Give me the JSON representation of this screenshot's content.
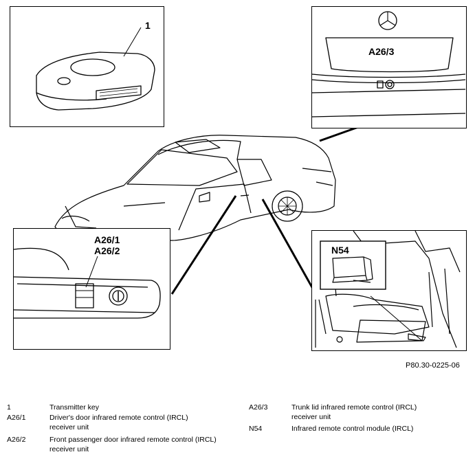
{
  "callouts": {
    "key": "1",
    "trunk": "A26/3",
    "door_line1": "A26/1",
    "door_line2": "A26/2",
    "module": "N54"
  },
  "figure_ref": "P80.30-0225-06",
  "legend": [
    {
      "code": "1",
      "desc": "Transmitter key"
    },
    {
      "code": "A26/1",
      "desc": "Driver's door infrared remote control (IRCL) receiver unit"
    },
    {
      "code": "A26/2",
      "desc": "Front passenger door infrared remote control (IRCL) receiver unit"
    },
    {
      "code": "A26/3",
      "desc": "Trunk lid infrared remote control (IRCL) receiver unit"
    },
    {
      "code": "N54",
      "desc": "Infrared remote control module (IRCL)"
    }
  ]
}
